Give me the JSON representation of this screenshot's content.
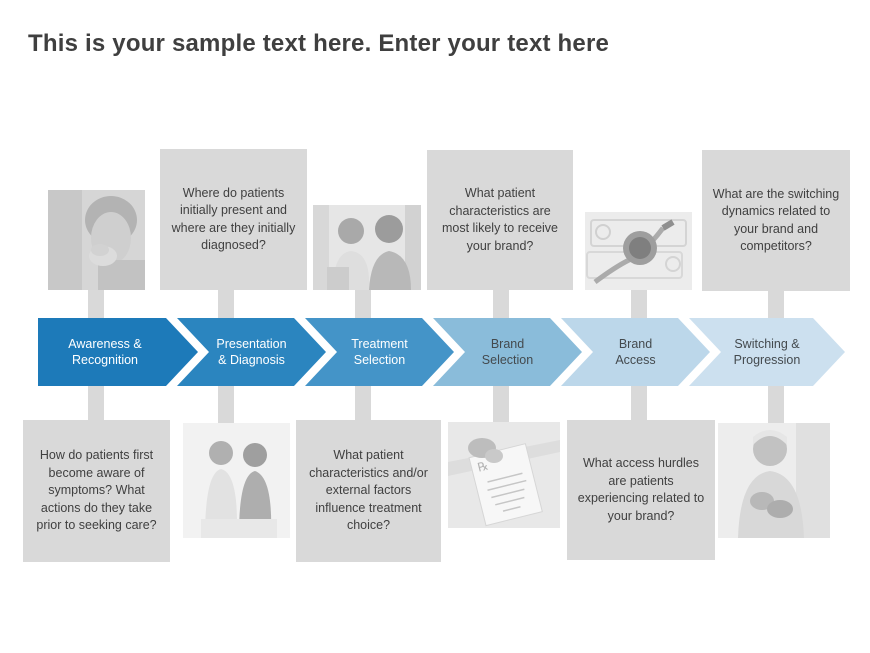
{
  "title": "This is your sample text here. Enter your text here",
  "colors": {
    "chevrons": [
      "#1d7ab9",
      "#2b85bf",
      "#4494c8",
      "#8abcda",
      "#bcd7ea",
      "#cce0ef"
    ],
    "chevron_text": [
      "#ffffff",
      "#ffffff",
      "#ffffff",
      "#444a4e",
      "#444a4e",
      "#444a4e"
    ],
    "box_bg": "#d9d9d9",
    "connector": "#d9d9d9",
    "body_text": "#404040",
    "title_text": "#3f3f3f"
  },
  "stages": [
    {
      "label": "Awareness &\nRecognition"
    },
    {
      "label": "Presentation\n& Diagnosis"
    },
    {
      "label": "Treatment\nSelection"
    },
    {
      "label": "Brand\nSelection"
    },
    {
      "label": "Brand\nAccess"
    },
    {
      "label": "Switching &\nProgression"
    }
  ],
  "top_row": [
    {
      "type": "photo",
      "name": "worried woman with hand at mouth"
    },
    {
      "type": "box",
      "text": "Where do patients initially present and where are they initially diagnosed?"
    },
    {
      "type": "photo",
      "name": "doctor consulting with patient"
    },
    {
      "type": "box",
      "text": "What patient characteristics are most likely to receive your brand?"
    },
    {
      "type": "photo",
      "name": "stethoscope lying on money"
    },
    {
      "type": "box",
      "text": "What are the switching dynamics related to your brand and competitors?"
    }
  ],
  "bottom_row": [
    {
      "type": "box",
      "text": "How do patients first become aware of symptoms? What actions do they take prior to seeking care?"
    },
    {
      "type": "photo",
      "name": "nurse talking with seated patient"
    },
    {
      "type": "box",
      "text": "What patient characteristics and/or external factors influence treatment choice?"
    },
    {
      "type": "photo",
      "name": "hand holding prescription note"
    },
    {
      "type": "box",
      "text": "What access hurdles are patients experiencing related to your brand?"
    },
    {
      "type": "photo",
      "name": "elderly man gesturing with hands"
    }
  ]
}
